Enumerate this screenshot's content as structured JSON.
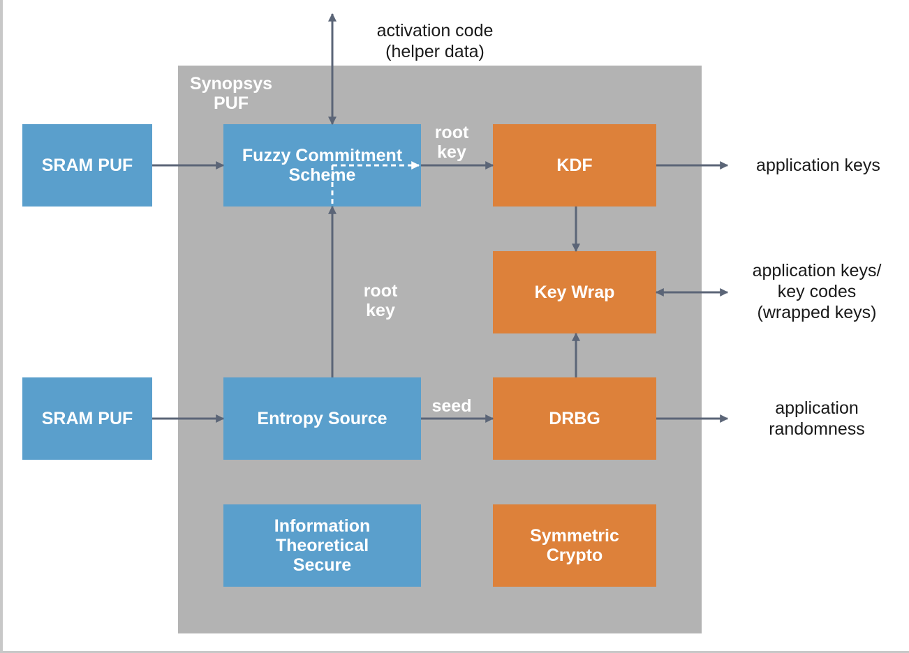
{
  "region": {
    "title": "Synopsys\nPUF"
  },
  "boxes": {
    "sram_puf_top": "SRAM PUF",
    "sram_puf_bottom": "SRAM PUF",
    "fuzzy_commitment": "Fuzzy Commitment\nScheme",
    "entropy_source": "Entropy Source",
    "info_theoretical": "Information\nTheoretical\nSecure",
    "kdf": "KDF",
    "key_wrap": "Key Wrap",
    "drbg": "DRBG",
    "symmetric_crypto": "Symmetric\nCrypto"
  },
  "internal_labels": {
    "root_key_top": "root\nkey",
    "root_key_vertical": "root\nkey",
    "seed": "seed"
  },
  "external_labels": {
    "activation_code": "activation code\n(helper data)",
    "application_keys": "application keys",
    "wrapped_keys": "application keys/\nkey codes\n(wrapped keys)",
    "application_randomness": "application\nrandomness"
  },
  "colors": {
    "blue": "#5a9fcc",
    "orange": "#dd813a",
    "region_gray": "#b3b3b3",
    "arrow": "#5b6577"
  }
}
